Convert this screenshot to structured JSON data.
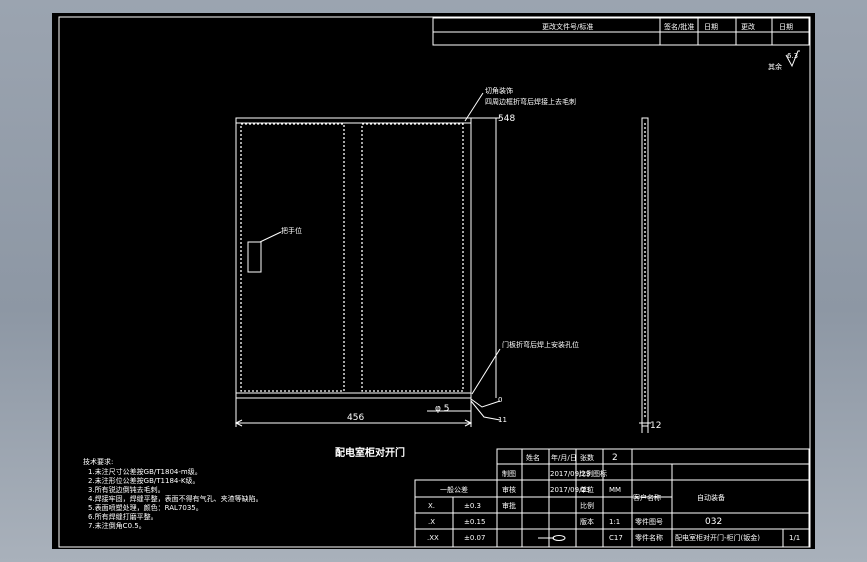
{
  "revision_table": {
    "title_col": "更改文件号/标准",
    "col2": "签名/批准",
    "col3": "日期",
    "col4": "更改",
    "col5": "日期"
  },
  "surface_finish": {
    "label": "其余",
    "value": "6.3"
  },
  "callouts": {
    "top_right_1": "切角装饰",
    "top_right_2": "四周边框折弯后焊接上去毛刺",
    "handle": "把手位",
    "bottom_right": "门板折弯后焊上安装孔位"
  },
  "dimensions": {
    "height": "548",
    "width": "456",
    "hole": "φ 5",
    "thickness": "12",
    "edge_1": "0",
    "edge_2": "11"
  },
  "drawing_title": "配电室柜对开门",
  "tech_notes": {
    "heading": "技术要求:",
    "lines": [
      "1.未注尺寸公差按GB/T1804-m级。",
      "2.未注形位公差按GB/T1184-K级。",
      "3.所有锐边倒钝去毛刺。",
      "4.焊接牢固，焊缝平整，表面不得有气孔、夹渣等缺陷。",
      "5.表面喷塑处理，颜色：RAL7035。",
      "6.所有焊缝打磨平整。",
      "7.未注倒角C0.5。"
    ]
  },
  "tolerance_table": {
    "header": "一般公差",
    "rows": [
      {
        "label": "X.",
        "value": "±0.3"
      },
      {
        "label": ".X",
        "value": "±0.15"
      },
      {
        "label": ".XX",
        "value": "±0.07"
      }
    ]
  },
  "title_block": {
    "col_name": "姓名",
    "col_date": "年/月/日",
    "sheet_label": "张数",
    "sheet_value": "2",
    "material_label": "比例图标",
    "unit_label": "单位",
    "unit_value": "MM",
    "drawer_label": "制图",
    "drawer_date": "2017/09/23",
    "checker_label": "审核",
    "checker_date": "2017/09/23",
    "approver_label": "审批",
    "scale_label": "比例",
    "scale_value": "1:1",
    "drawing_no_label": "版本",
    "drawing_no_value": "C17",
    "customer_label": "客户名称",
    "customer_value": "自动装备",
    "part_no_label": "零件图号",
    "part_no_value": "032",
    "part_name_label": "零件名称",
    "part_name_value": "配电室柜对开门-柜门(钣金)",
    "page": "1/1"
  }
}
